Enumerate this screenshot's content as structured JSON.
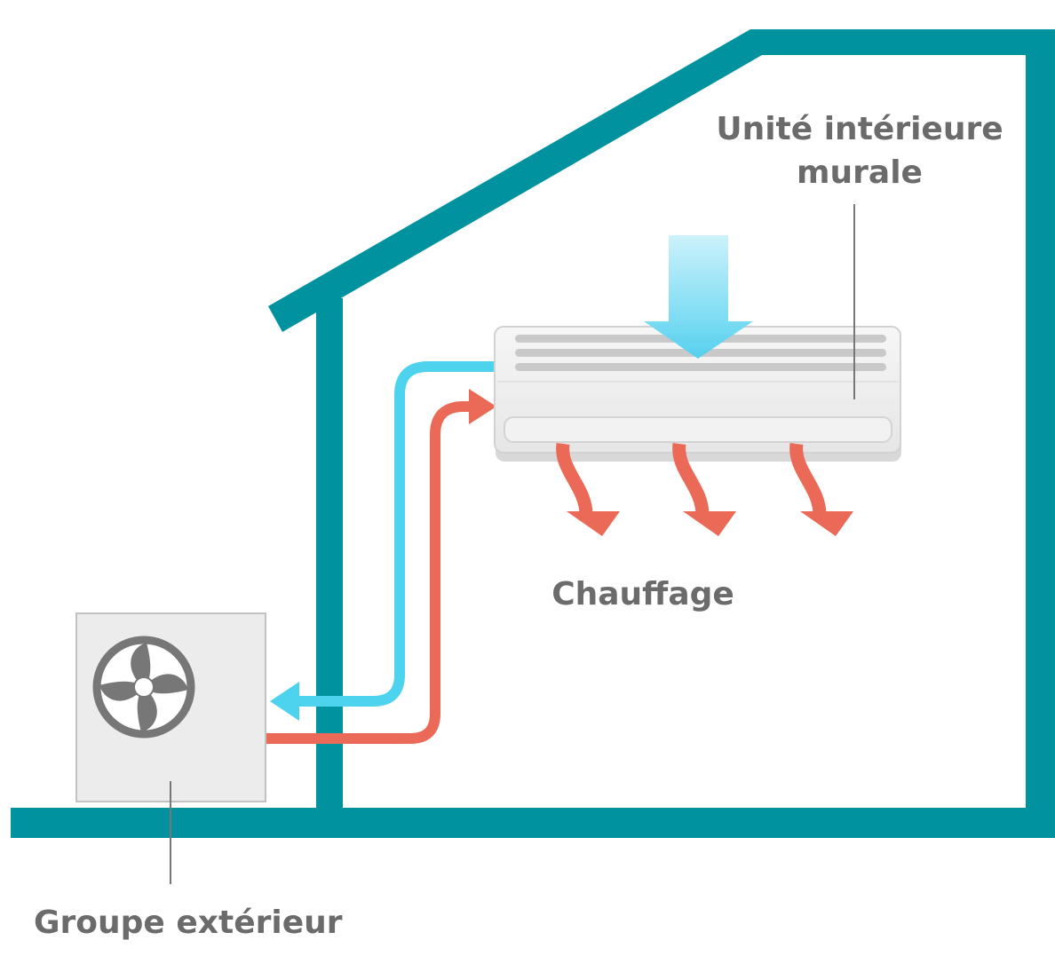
{
  "labels": {
    "indoor_unit_line1": "Unité intérieure",
    "indoor_unit_line2": "murale",
    "heating": "Chauffage",
    "outdoor_unit": "Groupe extérieur"
  },
  "colors": {
    "house": "#00939f",
    "hot": "#ea6a57",
    "cold": "#4dd3ee",
    "air_in": "#8fe0f5",
    "unit_body": "#efefef",
    "unit_edge": "#cfcfcf",
    "fan": "#777777",
    "leader_line": "#777777",
    "text": "#6b6b6b"
  },
  "icons": {
    "fan": "fan-icon",
    "air_intake": "arrow-down-icon",
    "heat_flow": "heat-arrow-icon"
  }
}
